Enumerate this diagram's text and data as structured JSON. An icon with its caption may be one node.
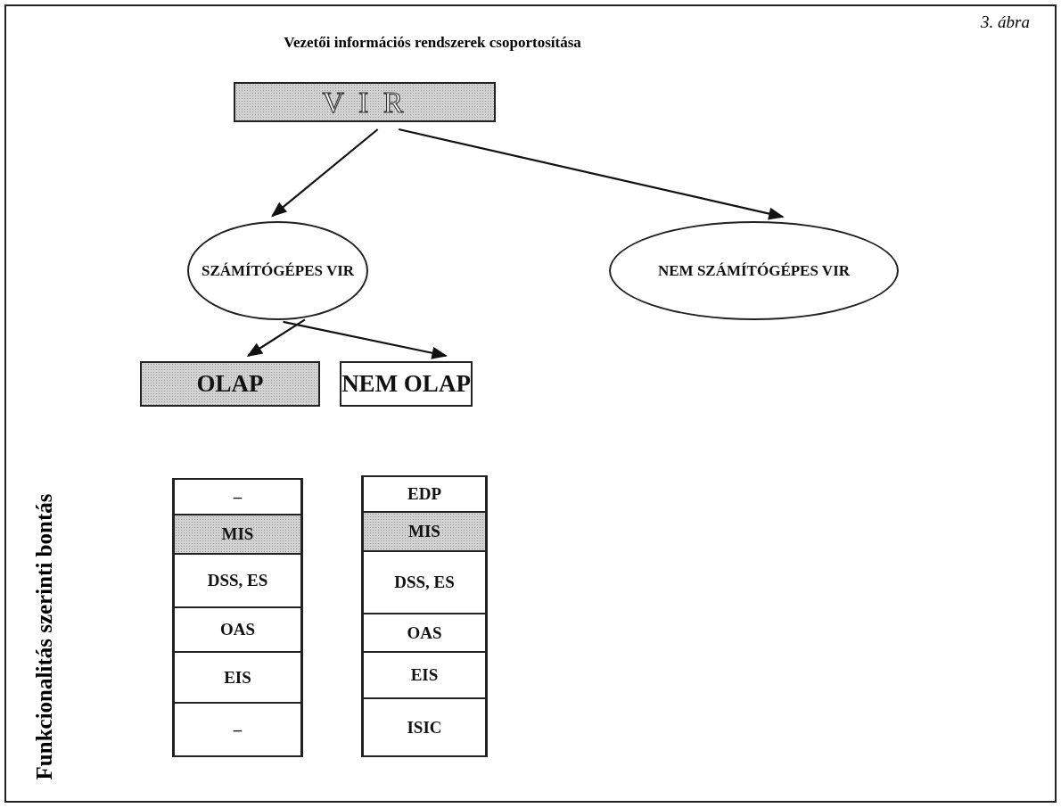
{
  "diagram": {
    "title": "Vezetői információs rendszerek csoportosítása",
    "nodes": [
      {
        "text": [
          "V I R"
        ]
      },
      {
        "text": [
          "SZÁMÍTÓGÉPES VIR"
        ]
      },
      {
        "text": [
          "NEM SZÁMÍTÓGÉPES VIR"
        ]
      },
      {
        "text": [
          "OLAP"
        ]
      },
      {
        "text": [
          "NEM OLAP"
        ]
      },
      {
        "text": [
          "–"
        ]
      },
      {
        "text": [
          "MIS"
        ]
      },
      {
        "text": [
          "DSS, ES"
        ]
      },
      {
        "text": [
          "OAS"
        ]
      },
      {
        "text": [
          "EIS"
        ]
      },
      {
        "text": [
          "–"
        ]
      },
      {
        "text": [
          "EDP"
        ]
      },
      {
        "text": [
          "MIS"
        ]
      },
      {
        "text": [
          "DSS, ES"
        ]
      },
      {
        "text": [
          "OAS"
        ]
      },
      {
        "text": [
          "EIS"
        ]
      },
      {
        "text": [
          "ISIC"
        ]
      }
    ],
    "edges": [
      {
        "from": 0,
        "to": 1,
        "arrow": "to"
      },
      {
        "from": 0,
        "to": 2,
        "arrow": "to"
      },
      {
        "from": 1,
        "to": 3,
        "arrow": "to"
      },
      {
        "from": 1,
        "to": 4,
        "arrow": "to"
      }
    ],
    "labels": [
      "3. ábra",
      "Funkcionalitás szerinti bontás"
    ]
  }
}
